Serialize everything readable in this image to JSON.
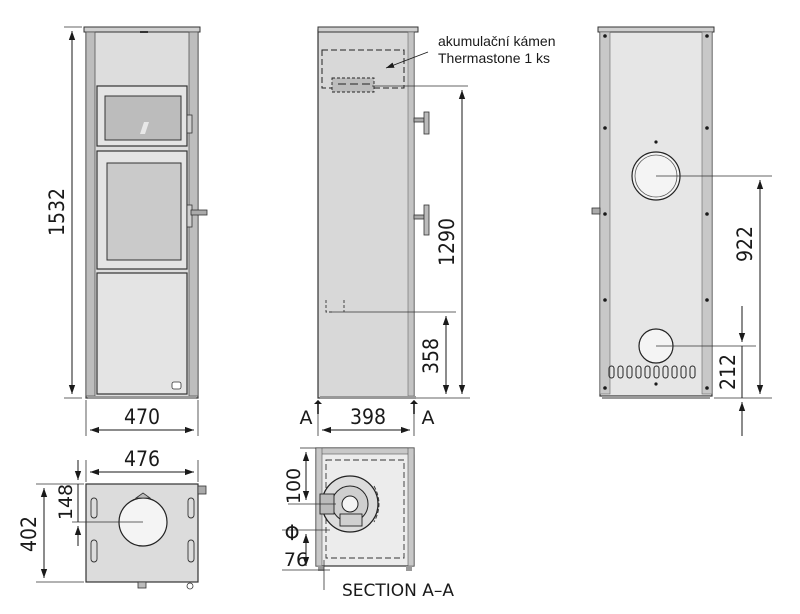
{
  "front_view": {
    "height_label": "1532",
    "width_label": "470"
  },
  "side_view": {
    "note_line1": "akumulační kámen",
    "note_line2": "Thermastone 1 ks",
    "height_upper_label": "1290",
    "height_lower_label": "358",
    "width_label": "398",
    "section_mark_left": "A",
    "section_mark_right": "A"
  },
  "back_view": {
    "flue_height_label": "922",
    "inlet_height_label": "212"
  },
  "top_view": {
    "width_label": "476",
    "depth_label": "402",
    "offset_label": "148"
  },
  "section_view": {
    "offset_label": "100",
    "diameter_symbol": "Φ",
    "diameter_label": "76",
    "title": "SECTION A–A"
  }
}
